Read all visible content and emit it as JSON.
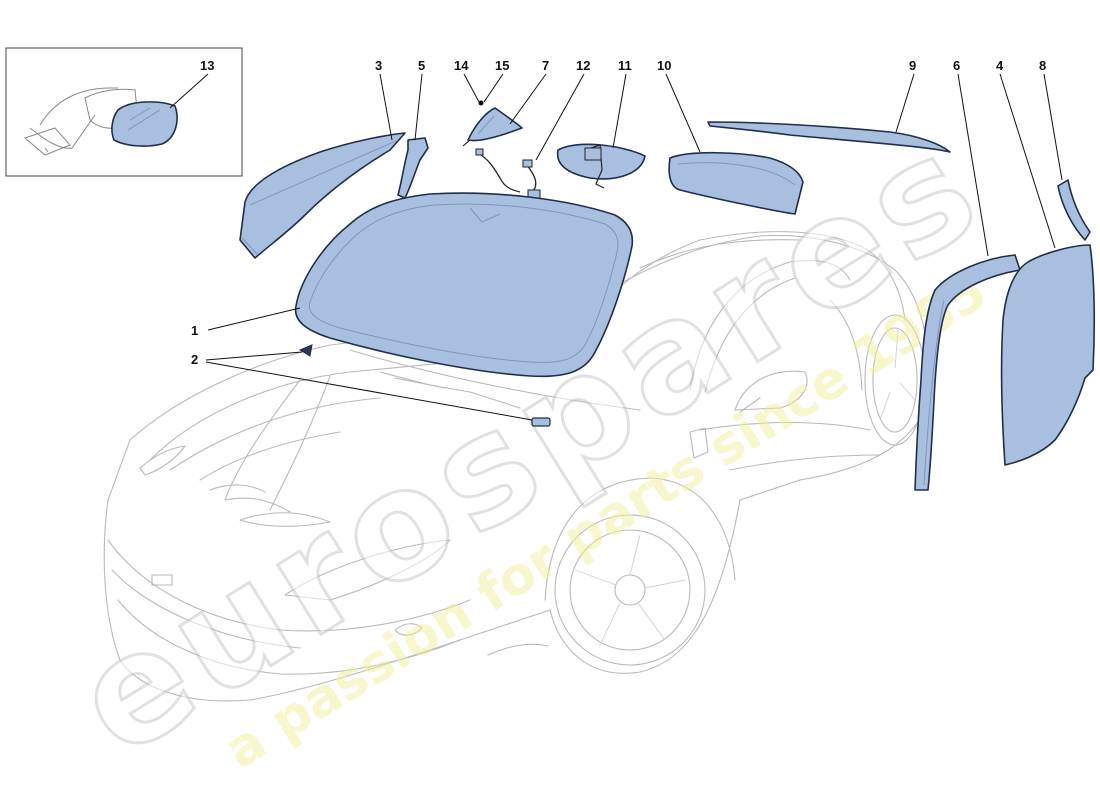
{
  "diagram": {
    "callouts": [
      {
        "id": "1",
        "label": "1"
      },
      {
        "id": "2",
        "label": "2"
      },
      {
        "id": "3",
        "label": "3"
      },
      {
        "id": "4",
        "label": "4"
      },
      {
        "id": "5",
        "label": "5"
      },
      {
        "id": "6",
        "label": "6"
      },
      {
        "id": "7",
        "label": "7"
      },
      {
        "id": "8",
        "label": "8"
      },
      {
        "id": "9",
        "label": "9"
      },
      {
        "id": "10",
        "label": "10"
      },
      {
        "id": "11",
        "label": "11"
      },
      {
        "id": "12",
        "label": "12"
      },
      {
        "id": "13",
        "label": "13"
      },
      {
        "id": "14",
        "label": "14"
      },
      {
        "id": "15",
        "label": "15"
      }
    ],
    "watermark": {
      "logo": "eurospares",
      "tagline": "a passion for parts since 1985"
    },
    "colors": {
      "glass_fill": "#a9bfdf",
      "glass_stroke": "#1f2f4a",
      "car_outline": "#b9b9b9",
      "watermark_grey": "#d0d0d0",
      "watermark_yellow": "#f1ee9c"
    }
  }
}
